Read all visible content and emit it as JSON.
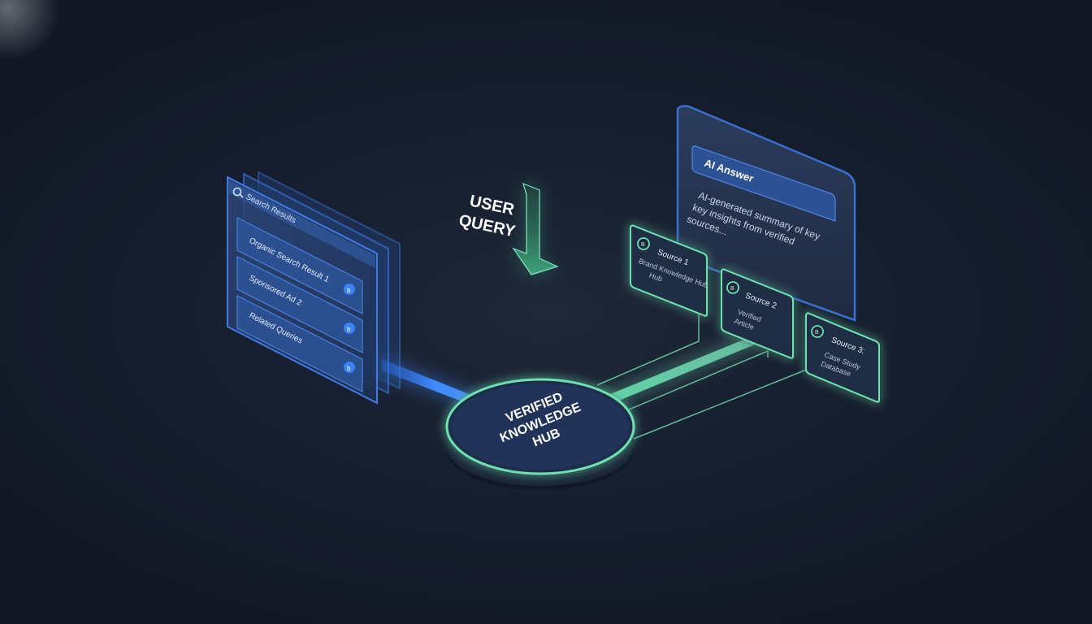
{
  "search_panel": {
    "header": "Search Results",
    "items": [
      {
        "label": "Organic Search Result 1",
        "badge": ""
      },
      {
        "label": "Sponsored Ad 2",
        "badge": "b"
      },
      {
        "label": "Related Queries",
        "badge": "b"
      }
    ],
    "extra_badge": "b"
  },
  "query": {
    "line1": "USER",
    "line2": "QUERY"
  },
  "hub": {
    "line1": "VERIFIED",
    "line2": "KNOWLEDGE",
    "line3": "HUB"
  },
  "answer_panel": {
    "title": "AI Answer",
    "text_line1": "AI-generated summary of key",
    "text_line2": "key insights from verified",
    "text_line3": "sources..."
  },
  "sources": [
    {
      "title": "Source 1",
      "line1": "Brand Knowledge Hub",
      "line2": "Hub",
      "icon": "B"
    },
    {
      "title": "Source 2",
      "line1": "Verified",
      "line2": "Article",
      "icon": "B"
    },
    {
      "title": "Source 3:",
      "line1": "Case Study",
      "line2": "Database",
      "icon": "B"
    }
  ],
  "colors": {
    "blue_accent": "#3b82f6",
    "green_accent": "#6fe0b0",
    "panel_blue": "#2a4a80",
    "hub_fill": "#1e2d4a"
  }
}
